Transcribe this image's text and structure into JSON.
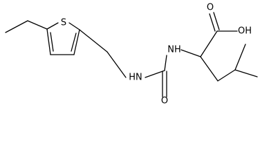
{
  "atoms": {
    "sulfur": "S",
    "carboxylic_acid_oxygen": "O",
    "hydroxyl": "OH",
    "amine_nh_upper": "NH",
    "amine_nh_lower": "HN",
    "urea_oxygen": "O"
  },
  "colors": {
    "bond": "#000000",
    "label": "#000000",
    "background": "#ffffff"
  }
}
